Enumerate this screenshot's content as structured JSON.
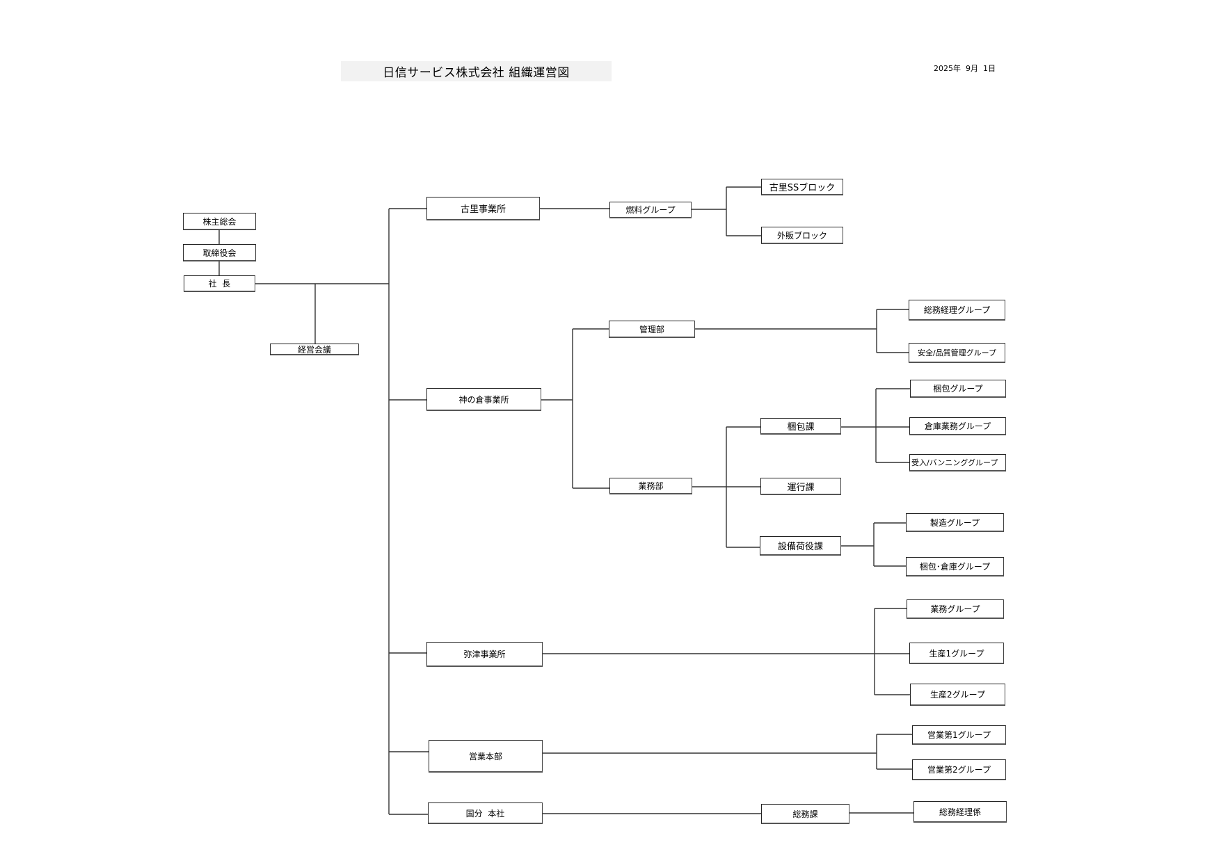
{
  "header": {
    "title": "日信サービス株式会社  組織運営図",
    "date": "2025年  9月  1日"
  },
  "nodes": {
    "shareholders": "株主総会",
    "board": "取締役会",
    "president": "社  長",
    "management_meeting": "経営会議",
    "furusato_office": "古里事業所",
    "fuel_group": "燃料グループ",
    "furusato_ss_block": "古里SSブロック",
    "external_sales_block": "外販ブロック",
    "kaminokura_office": "神の倉事業所",
    "admin_dept": "管理部",
    "general_accounting_group": "総務経理グループ",
    "safety_quality_group": "安全/品質管理グループ",
    "operations_dept": "業務部",
    "packing_section": "梱包課",
    "packing_group": "梱包グループ",
    "warehouse_ops_group": "倉庫業務グループ",
    "receiving_vanning_group": "受入/バンニンググループ",
    "transport_section": "運行課",
    "equipment_handling_section": "設備荷役課",
    "manufacturing_group": "製造グループ",
    "packing_warehouse_group": "梱包･倉庫グループ",
    "yazu_office": "弥津事業所",
    "business_group": "業務グループ",
    "production1_group": "生産1グループ",
    "production2_group": "生産2グループ",
    "sales_hq": "営業本部",
    "sales1_group": "営業第1グループ",
    "sales2_group": "営業第2グループ",
    "kokubu_head_office": "国分  本社",
    "general_affairs_section": "総務課",
    "general_accounting_staff": "総務経理係"
  }
}
